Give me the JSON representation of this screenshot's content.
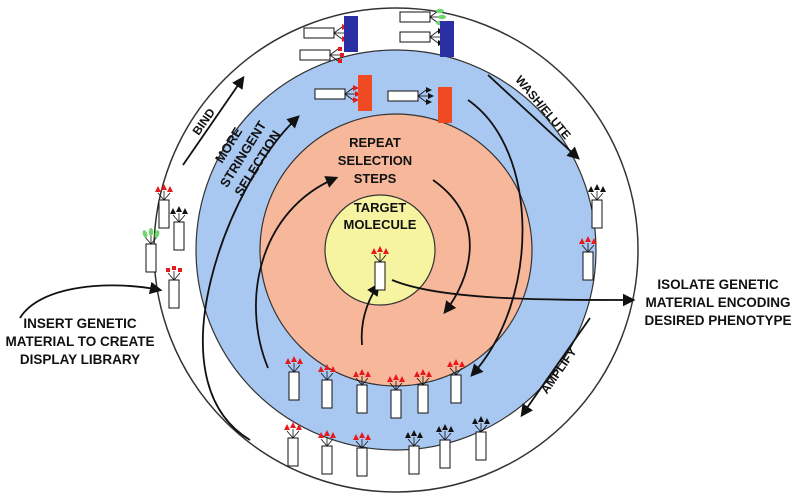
{
  "diagram": {
    "rings": {
      "outer_color": "#ffffff",
      "blue_color": "#a9c8f1",
      "salmon_color": "#f7b79b",
      "yellow_color": "#f6f3a1",
      "stroke_color": "#333333"
    },
    "center_label": [
      "TARGET",
      "MOLECULE"
    ],
    "inner_label": [
      "REPEAT",
      "SELECTION",
      "STEPS"
    ],
    "stringent_label": [
      "MORE",
      "STRINGENT",
      "SELECTION"
    ],
    "cycle_labels": {
      "bind": "BIND",
      "wash_elute": "WASH/ELUTE",
      "amplify": "AMPLIFY"
    },
    "left_label": [
      "INSERT GENETIC",
      "MATERIAL TO CREATE",
      "DISPLAY LIBRARY"
    ],
    "right_label": [
      "ISOLATE GENETIC",
      "MATERIAL ENCODING",
      "DESIRED PHENOTYPE"
    ],
    "colors": {
      "ligand_red": "#e8191b",
      "ligand_black": "#111111",
      "ligand_green": "#6fd56f",
      "target_blue": "#2a2fa3",
      "target_red": "#f04a25"
    }
  }
}
